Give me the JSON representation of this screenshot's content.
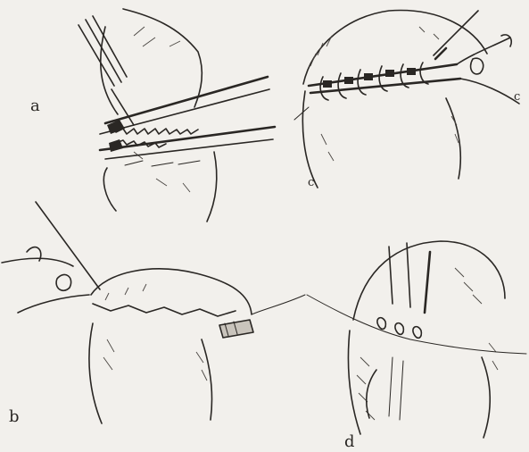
{
  "panels": [
    {
      "id": "a",
      "label": "a",
      "part_labels": []
    },
    {
      "id": "c",
      "label": "",
      "part_labels": [
        "c",
        "c"
      ]
    },
    {
      "id": "b",
      "label": "b",
      "part_labels": []
    },
    {
      "id": "d",
      "label": "d",
      "part_labels": []
    }
  ],
  "colors": {
    "paper": "#f2f0ec",
    "ink": "#2a2724"
  }
}
